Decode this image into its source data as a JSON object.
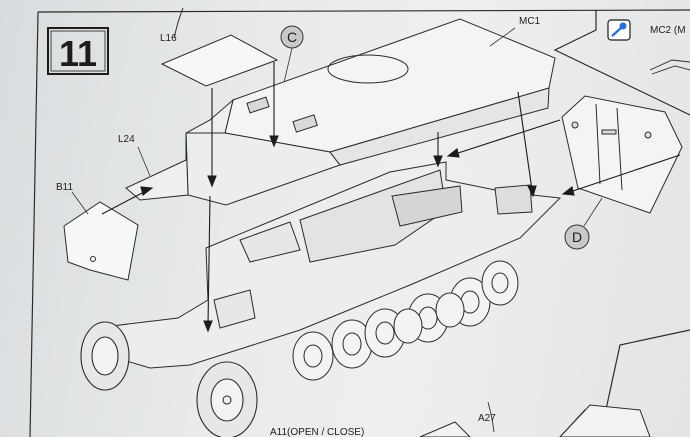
{
  "step": {
    "number": "11"
  },
  "callouts": {
    "c": "C",
    "d": "D"
  },
  "part_labels": {
    "mc1": "MC1",
    "mc2": "MC2 (M",
    "l16": "L16",
    "l24": "L24",
    "b11": "B11",
    "a11": "A11(OPEN / CLOSE)",
    "a27": "A27"
  },
  "icons": {
    "glue": "glue-tube-icon"
  },
  "colors": {
    "ink": "#1c1c1c",
    "paper": "#eceeee",
    "glue_blue": "#2a6fd0"
  }
}
